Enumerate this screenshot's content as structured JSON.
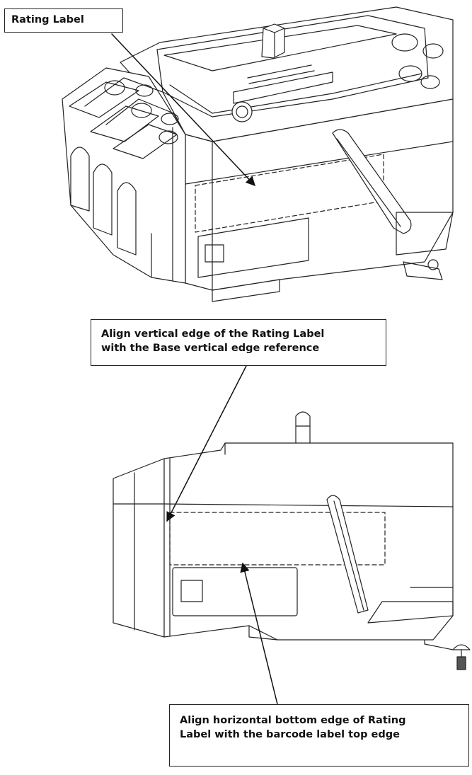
{
  "callouts": {
    "rating_label": {
      "text": "Rating Label"
    },
    "align_vertical": {
      "line1": "Align vertical edge of the Rating Label",
      "line2": "with the Base vertical edge reference"
    },
    "align_horizontal": {
      "line1": "Align horizontal bottom edge of Rating",
      "line2": "Label with the barcode label top edge"
    }
  }
}
